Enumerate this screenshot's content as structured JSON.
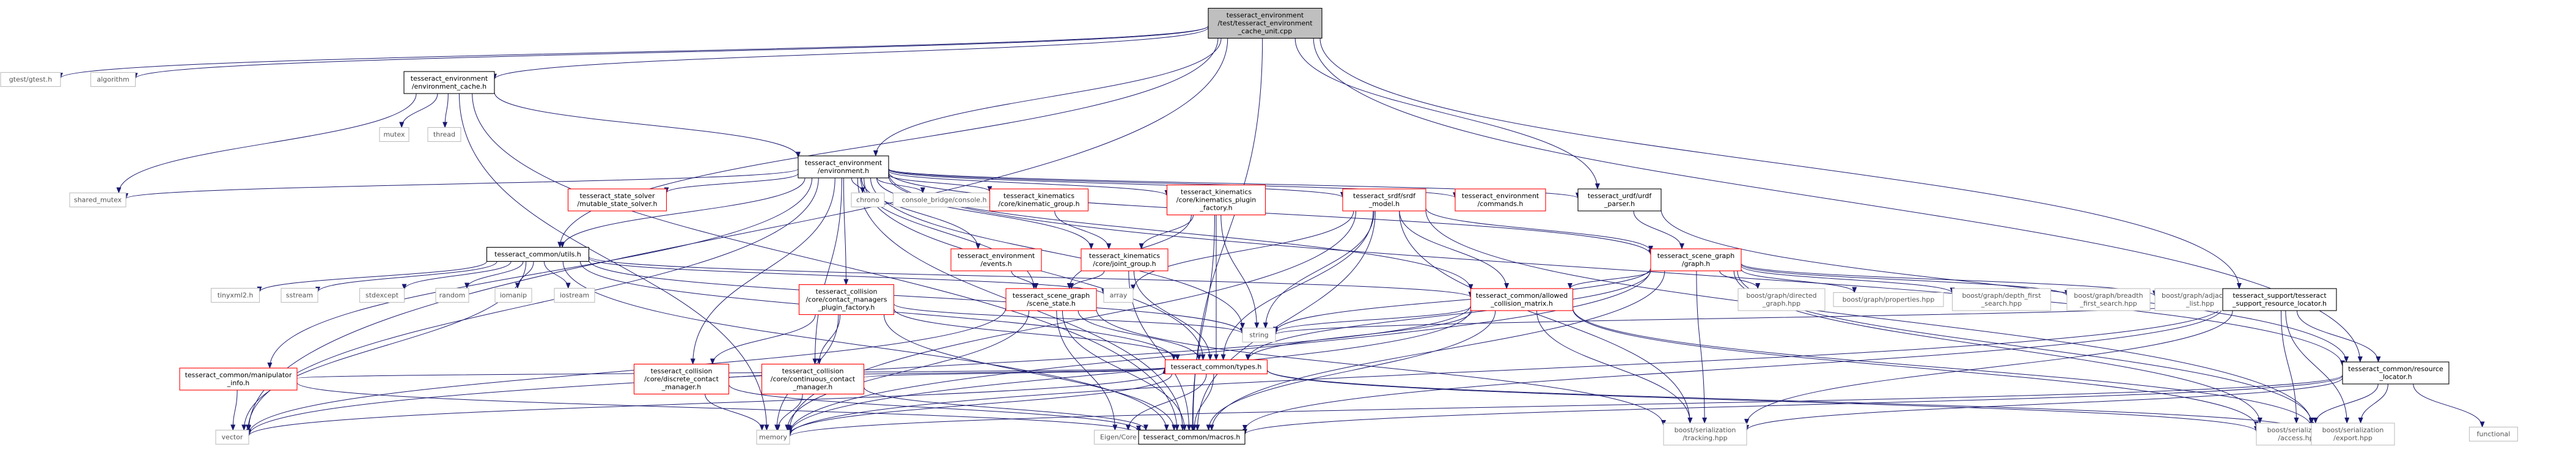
{
  "diagram": {
    "nodes": [
      {
        "id": "root",
        "lines": [
          "tesseract_environment",
          "/test/tesseract_environment",
          "_cache_unit.cpp"
        ],
        "style": "root"
      },
      {
        "id": "gtest",
        "lines": [
          "gtest/gtest.h"
        ],
        "style": "ext"
      },
      {
        "id": "algorithm",
        "lines": [
          "algorithm"
        ],
        "style": "ext"
      },
      {
        "id": "envcache",
        "lines": [
          "tesseract_environment",
          "/environment_cache.h"
        ],
        "style": "local"
      },
      {
        "id": "mutex",
        "lines": [
          "mutex"
        ],
        "style": "ext"
      },
      {
        "id": "thread",
        "lines": [
          "thread"
        ],
        "style": "ext"
      },
      {
        "id": "env",
        "lines": [
          "tesseract_environment",
          "/environment.h"
        ],
        "style": "local"
      },
      {
        "id": "shared_mutex",
        "lines": [
          "shared_mutex"
        ],
        "style": "ext"
      },
      {
        "id": "state_solver",
        "lines": [
          "tesseract_state_solver",
          "/mutable_state_solver.h"
        ],
        "style": "red"
      },
      {
        "id": "chrono",
        "lines": [
          "chrono"
        ],
        "style": "ext"
      },
      {
        "id": "console",
        "lines": [
          "console_bridge/console.h"
        ],
        "style": "ext"
      },
      {
        "id": "kin_group",
        "lines": [
          "tesseract_kinematics",
          "/core/kinematic_group.h"
        ],
        "style": "red"
      },
      {
        "id": "kin_factory",
        "lines": [
          "tesseract_kinematics",
          "/core/kinematics_plugin",
          "_factory.h"
        ],
        "style": "red"
      },
      {
        "id": "srdf_model",
        "lines": [
          "tesseract_srdf/srdf",
          "_model.h"
        ],
        "style": "red"
      },
      {
        "id": "env_commands",
        "lines": [
          "tesseract_environment",
          "/commands.h"
        ],
        "style": "red"
      },
      {
        "id": "urdf_parser",
        "lines": [
          "tesseract_urdf/urdf",
          "_parser.h"
        ],
        "style": "local"
      },
      {
        "id": "common_utils",
        "lines": [
          "tesseract_common/utils.h"
        ],
        "style": "local"
      },
      {
        "id": "env_events",
        "lines": [
          "tesseract_environment",
          "/events.h"
        ],
        "style": "red"
      },
      {
        "id": "joint_group",
        "lines": [
          "tesseract_kinematics",
          "/core/joint_group.h"
        ],
        "style": "red"
      },
      {
        "id": "scene_graph",
        "lines": [
          "tesseract_scene_graph",
          "/graph.h"
        ],
        "style": "red"
      },
      {
        "id": "tinyxml2",
        "lines": [
          "tinyxml2.h"
        ],
        "style": "ext"
      },
      {
        "id": "sstream",
        "lines": [
          "sstream"
        ],
        "style": "ext"
      },
      {
        "id": "stdexcept",
        "lines": [
          "stdexcept"
        ],
        "style": "ext"
      },
      {
        "id": "random",
        "lines": [
          "random"
        ],
        "style": "ext"
      },
      {
        "id": "iomanip",
        "lines": [
          "iomanip"
        ],
        "style": "ext"
      },
      {
        "id": "iostream",
        "lines": [
          "iostream"
        ],
        "style": "ext"
      },
      {
        "id": "collision_factory",
        "lines": [
          "tesseract_collision",
          "/core/contact_managers",
          "_plugin_factory.h"
        ],
        "style": "red"
      },
      {
        "id": "array",
        "lines": [
          "array"
        ],
        "style": "ext"
      },
      {
        "id": "scene_state",
        "lines": [
          "tesseract_scene_graph",
          "/scene_state.h"
        ],
        "style": "red"
      },
      {
        "id": "allowed_collision",
        "lines": [
          "tesseract_common/allowed",
          "_collision_matrix.h"
        ],
        "style": "red"
      },
      {
        "id": "bg_directed",
        "lines": [
          "boost/graph/directed",
          "_graph.hpp"
        ],
        "style": "ext"
      },
      {
        "id": "bg_properties",
        "lines": [
          "boost/graph/properties.hpp"
        ],
        "style": "ext"
      },
      {
        "id": "bg_depth",
        "lines": [
          "boost/graph/depth_first",
          "_search.hpp"
        ],
        "style": "ext"
      },
      {
        "id": "bg_breadth",
        "lines": [
          "boost/graph/breadth",
          "_first_search.hpp"
        ],
        "style": "ext"
      },
      {
        "id": "bg_adjacency",
        "lines": [
          "boost/graph/adjacency",
          "_list.hpp"
        ],
        "style": "ext"
      },
      {
        "id": "support_locator",
        "lines": [
          "tesseract_support/tesseract",
          "_support_resource_locator.h"
        ],
        "style": "local"
      },
      {
        "id": "manip_info",
        "lines": [
          "tesseract_common/manipulator",
          "_info.h"
        ],
        "style": "red"
      },
      {
        "id": "discrete_mgr",
        "lines": [
          "tesseract_collision",
          "/core/discrete_contact",
          "_manager.h"
        ],
        "style": "red"
      },
      {
        "id": "continuous_mgr",
        "lines": [
          "tesseract_collision",
          "/core/continuous_contact",
          "_manager.h"
        ],
        "style": "red"
      },
      {
        "id": "common_types",
        "lines": [
          "tesseract_common/types.h"
        ],
        "style": "red"
      },
      {
        "id": "string",
        "lines": [
          "string"
        ],
        "style": "ext"
      },
      {
        "id": "resource_locator",
        "lines": [
          "tesseract_common/resource",
          "_locator.h"
        ],
        "style": "local"
      },
      {
        "id": "vector",
        "lines": [
          "vector"
        ],
        "style": "ext"
      },
      {
        "id": "memory",
        "lines": [
          "memory"
        ],
        "style": "ext"
      },
      {
        "id": "eigen_core",
        "lines": [
          "Eigen/Core"
        ],
        "style": "ext"
      },
      {
        "id": "macros",
        "lines": [
          "tesseract_common/macros.h"
        ],
        "style": "local"
      },
      {
        "id": "boost_tracking",
        "lines": [
          "boost/serialization",
          "/tracking.hpp"
        ],
        "style": "ext"
      },
      {
        "id": "boost_access",
        "lines": [
          "boost/serialization",
          "/access.hpp"
        ],
        "style": "ext"
      },
      {
        "id": "boost_export",
        "lines": [
          "boost/serialization",
          "/export.hpp"
        ],
        "style": "ext"
      },
      {
        "id": "functional",
        "lines": [
          "functional"
        ],
        "style": "ext"
      }
    ],
    "edges": [
      [
        "root",
        "gtest"
      ],
      [
        "root",
        "algorithm"
      ],
      [
        "root",
        "envcache"
      ],
      [
        "root",
        "env"
      ],
      [
        "root",
        "common_utils"
      ],
      [
        "root",
        "support_locator"
      ],
      [
        "root",
        "resource_locator"
      ],
      [
        "root",
        "macros"
      ],
      [
        "root",
        "urdf_parser"
      ],
      [
        "root",
        "vector"
      ],
      [
        "envcache",
        "mutex"
      ],
      [
        "envcache",
        "thread"
      ],
      [
        "envcache",
        "env"
      ],
      [
        "envcache",
        "shared_mutex"
      ],
      [
        "envcache",
        "memory"
      ],
      [
        "envcache",
        "macros"
      ],
      [
        "env",
        "shared_mutex"
      ],
      [
        "env",
        "state_solver"
      ],
      [
        "env",
        "chrono"
      ],
      [
        "env",
        "console"
      ],
      [
        "env",
        "kin_group"
      ],
      [
        "env",
        "kin_factory"
      ],
      [
        "env",
        "srdf_model"
      ],
      [
        "env",
        "env_commands"
      ],
      [
        "env",
        "urdf_parser"
      ],
      [
        "env",
        "common_utils"
      ],
      [
        "env",
        "env_events"
      ],
      [
        "env",
        "joint_group"
      ],
      [
        "env",
        "scene_graph"
      ],
      [
        "env",
        "collision_factory"
      ],
      [
        "env",
        "scene_state"
      ],
      [
        "env",
        "allowed_collision"
      ],
      [
        "env",
        "manip_info"
      ],
      [
        "env",
        "discrete_mgr"
      ],
      [
        "env",
        "continuous_mgr"
      ],
      [
        "env",
        "common_types"
      ],
      [
        "env",
        "string"
      ],
      [
        "env",
        "vector"
      ],
      [
        "env",
        "macros"
      ],
      [
        "env",
        "resource_locator"
      ],
      [
        "urdf_parser",
        "scene_graph"
      ],
      [
        "urdf_parser",
        "resource_locator"
      ],
      [
        "kin_group",
        "joint_group"
      ],
      [
        "kin_factory",
        "joint_group"
      ],
      [
        "kin_factory",
        "scene_state"
      ],
      [
        "kin_factory",
        "common_types"
      ],
      [
        "kin_factory",
        "string"
      ],
      [
        "kin_factory",
        "macros"
      ],
      [
        "srdf_model",
        "scene_graph"
      ],
      [
        "srdf_model",
        "allowed_collision"
      ],
      [
        "srdf_model",
        "array"
      ],
      [
        "srdf_model",
        "string"
      ],
      [
        "srdf_model",
        "memory"
      ],
      [
        "srdf_model",
        "boost_tracking"
      ],
      [
        "srdf_model",
        "boost_export"
      ],
      [
        "srdf_model",
        "common_types"
      ],
      [
        "srdf_model",
        "macros"
      ],
      [
        "common_utils",
        "tinyxml2"
      ],
      [
        "common_utils",
        "sstream"
      ],
      [
        "common_utils",
        "stdexcept"
      ],
      [
        "common_utils",
        "random"
      ],
      [
        "common_utils",
        "iomanip"
      ],
      [
        "common_utils",
        "iostream"
      ],
      [
        "common_utils",
        "array"
      ],
      [
        "common_utils",
        "allowed_collision"
      ],
      [
        "common_utils",
        "common_types"
      ],
      [
        "common_utils",
        "string"
      ],
      [
        "common_utils",
        "vector"
      ],
      [
        "common_utils",
        "macros"
      ],
      [
        "env_events",
        "scene_state"
      ],
      [
        "joint_group",
        "scene_state"
      ],
      [
        "joint_group",
        "common_types"
      ],
      [
        "joint_group",
        "macros"
      ],
      [
        "scene_graph",
        "bg_directed"
      ],
      [
        "scene_graph",
        "bg_properties"
      ],
      [
        "scene_graph",
        "bg_depth"
      ],
      [
        "scene_graph",
        "bg_breadth"
      ],
      [
        "scene_graph",
        "bg_adjacency"
      ],
      [
        "scene_graph",
        "allowed_collision"
      ],
      [
        "scene_graph",
        "common_types"
      ],
      [
        "scene_graph",
        "string"
      ],
      [
        "scene_graph",
        "boost_tracking"
      ],
      [
        "scene_graph",
        "boost_access"
      ],
      [
        "scene_graph",
        "boost_export"
      ],
      [
        "scene_graph",
        "macros"
      ],
      [
        "scene_graph",
        "memory"
      ],
      [
        "collision_factory",
        "discrete_mgr"
      ],
      [
        "collision_factory",
        "continuous_mgr"
      ],
      [
        "collision_factory",
        "common_types"
      ],
      [
        "collision_factory",
        "string"
      ],
      [
        "collision_factory",
        "memory"
      ],
      [
        "collision_factory",
        "macros"
      ],
      [
        "scene_state",
        "common_types"
      ],
      [
        "scene_state",
        "eigen_core"
      ],
      [
        "scene_state",
        "memory"
      ],
      [
        "scene_state",
        "vector"
      ],
      [
        "scene_state",
        "boost_tracking"
      ],
      [
        "scene_state",
        "macros"
      ],
      [
        "allowed_collision",
        "common_types"
      ],
      [
        "allowed_collision",
        "string"
      ],
      [
        "allowed_collision",
        "vector"
      ],
      [
        "allowed_collision",
        "memory"
      ],
      [
        "allowed_collision",
        "boost_tracking"
      ],
      [
        "allowed_collision",
        "boost_access"
      ],
      [
        "allowed_collision",
        "boost_export"
      ],
      [
        "allowed_collision",
        "macros"
      ],
      [
        "support_locator",
        "resource_locator"
      ],
      [
        "support_locator",
        "string"
      ],
      [
        "support_locator",
        "boost_tracking"
      ],
      [
        "support_locator",
        "boost_access"
      ],
      [
        "support_locator",
        "boost_export"
      ],
      [
        "support_locator",
        "memory"
      ],
      [
        "support_locator",
        "macros"
      ],
      [
        "manip_info",
        "common_types"
      ],
      [
        "manip_info",
        "vector"
      ],
      [
        "manip_info",
        "macros"
      ],
      [
        "discrete_mgr",
        "common_types"
      ],
      [
        "discrete_mgr",
        "memory"
      ],
      [
        "discrete_mgr",
        "macros"
      ],
      [
        "continuous_mgr",
        "common_types"
      ],
      [
        "continuous_mgr",
        "memory"
      ],
      [
        "continuous_mgr",
        "macros"
      ],
      [
        "common_types",
        "vector"
      ],
      [
        "common_types",
        "memory"
      ],
      [
        "common_types",
        "eigen_core"
      ],
      [
        "common_types",
        "macros"
      ],
      [
        "common_types",
        "boost_access"
      ],
      [
        "common_types",
        "boost_export"
      ],
      [
        "resource_locator",
        "memory"
      ],
      [
        "resource_locator",
        "functional"
      ],
      [
        "resource_locator",
        "boost_access"
      ],
      [
        "resource_locator",
        "boost_export"
      ],
      [
        "resource_locator",
        "macros"
      ],
      [
        "resource_locator",
        "boost_tracking"
      ]
    ]
  },
  "colors": {
    "root_fill": "#bfbfbf",
    "local_border": "#000000",
    "red_border": "#ff0000",
    "ext_border": "#bfbfbf",
    "ext_text": "#555555",
    "edge": "#191970",
    "text": "#000000"
  }
}
